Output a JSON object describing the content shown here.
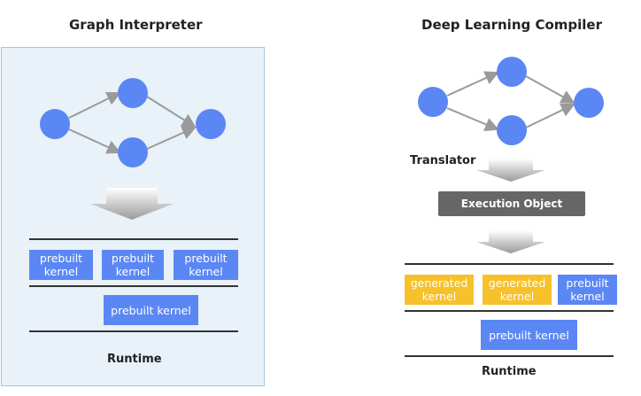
{
  "left": {
    "title": "Graph Interpreter",
    "kernels_row": [
      "prebuilt\nkernel",
      "prebuilt\nkernel",
      "prebuilt\nkernel"
    ],
    "kernel_wide": "prebuilt kernel",
    "runtime": "Runtime"
  },
  "right": {
    "title": "Deep Learning Compiler",
    "translator": "Translator",
    "execution_object": "Execution Object",
    "kernels_row": [
      "generated\nkernel",
      "generated\nkernel",
      "prebuilt\nkernel"
    ],
    "kernel_wide": "prebuilt kernel",
    "runtime": "Runtime"
  },
  "colors": {
    "node": "#5b87f4",
    "kernel_prebuilt": "#5b87f4",
    "kernel_generated": "#f6c12a",
    "panel": "#e9f1f9",
    "execution_object": "#666666"
  }
}
